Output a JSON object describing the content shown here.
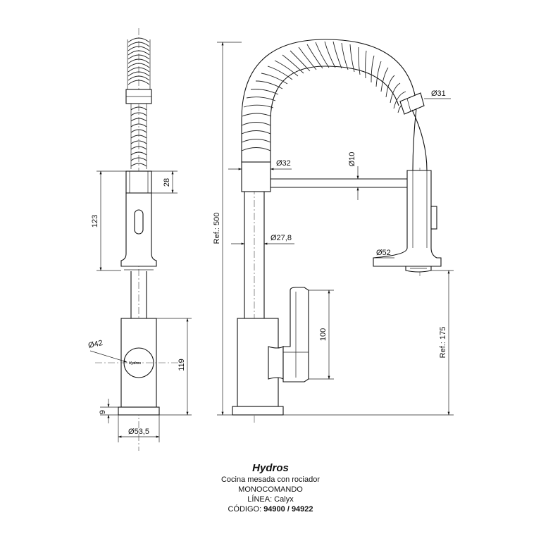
{
  "product": {
    "name": "Hydros",
    "description": "Cocina mesada con rociador",
    "type": "MONOCOMANDO",
    "line": "LÍNEA: Calyx",
    "code_label": "CÓDIGO: ",
    "codes": "94900 / 94922"
  },
  "dimensions": {
    "spray_head_height": "28",
    "spray_total_height": "123",
    "handle_diameter": "Ø42",
    "body_height": "119",
    "base_height": "9",
    "base_diameter": "Ø53,5",
    "total_height": "Ref.: 500",
    "upper_tube_diameter": "Ø32",
    "lower_tube_diameter": "Ø27,8",
    "arm_diameter": "Ø10",
    "coil_end_diameter": "Ø31",
    "spray_head_diameter": "Ø52",
    "lever_height": "100",
    "spout_height": "Ref.: 175"
  },
  "logo_text": "Hydros"
}
